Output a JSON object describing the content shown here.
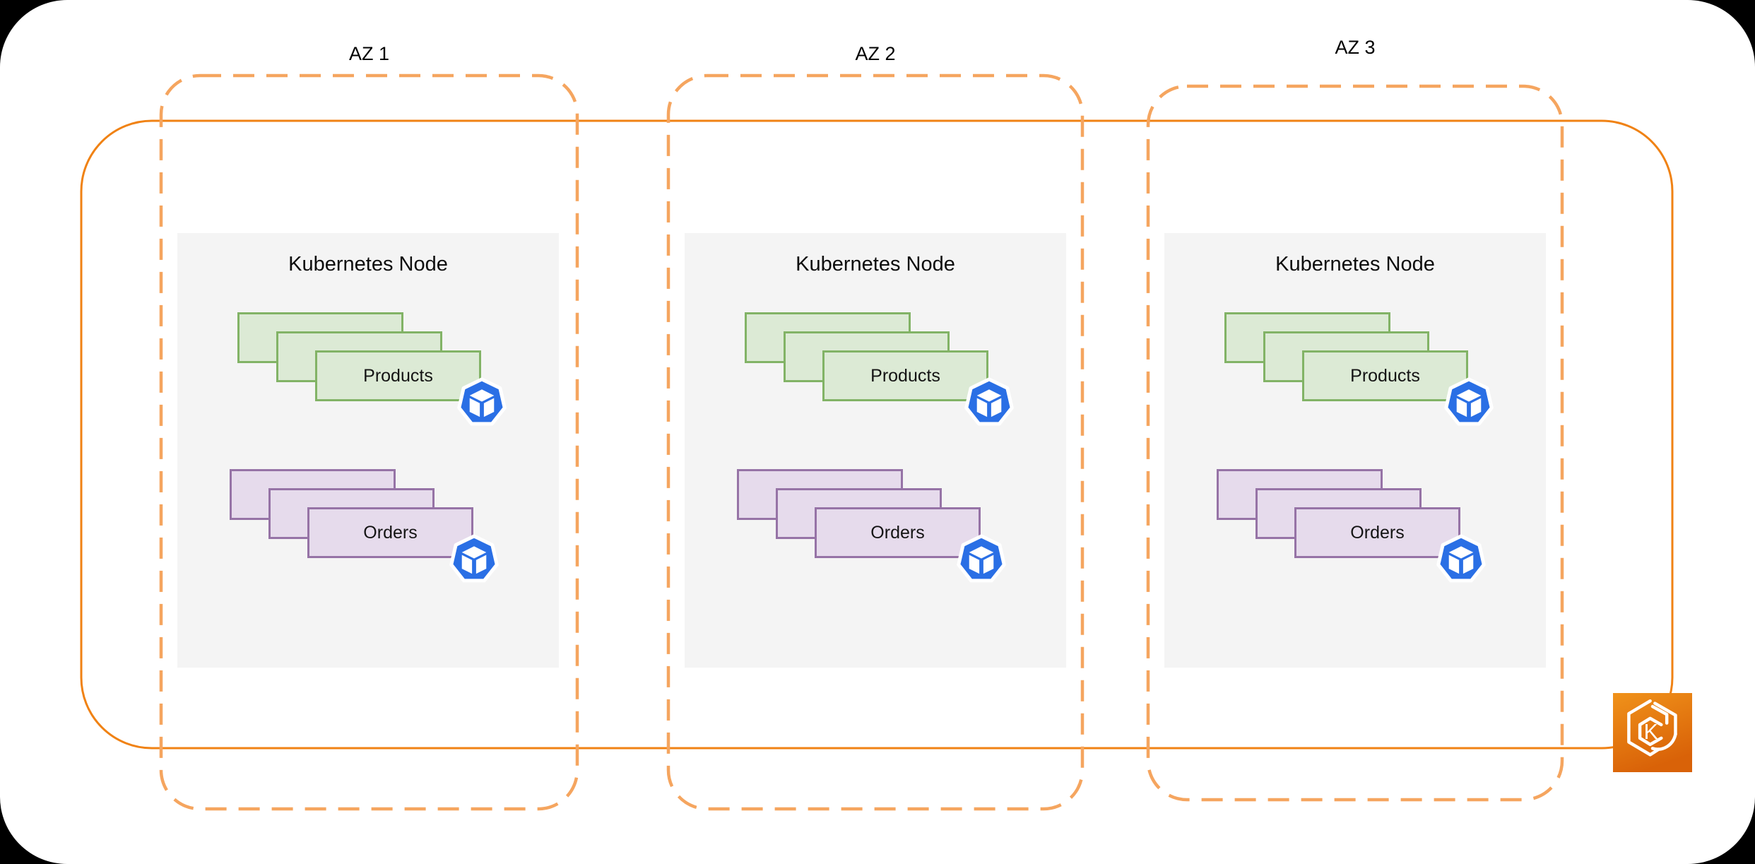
{
  "diagram": {
    "kind": "kubernetes-multi-az-architecture",
    "canvas_background": "#FFFFFF",
    "page_background": "#000000"
  },
  "cluster": {
    "description": "EKS cluster boundary",
    "border_color": "#F08214",
    "eks_icon": "amazon-eks-hexagon-k-icon",
    "eks_icon_letter": "K",
    "eks_icon_gradient_top": "#F0921A",
    "eks_icon_gradient_bottom": "#D96208"
  },
  "availability_zones": [
    {
      "label": "AZ 1",
      "node": {
        "title": "Kubernetes Node",
        "workloads": [
          {
            "name": "Products",
            "stack_count": 3,
            "fill": "#DCEAD5",
            "stroke": "#82B366"
          },
          {
            "name": "Orders",
            "stack_count": 3,
            "fill": "#E6DBEC",
            "stroke": "#9673A6"
          }
        ]
      }
    },
    {
      "label": "AZ 2",
      "node": {
        "title": "Kubernetes Node",
        "workloads": [
          {
            "name": "Products",
            "stack_count": 3,
            "fill": "#DCEAD5",
            "stroke": "#82B366"
          },
          {
            "name": "Orders",
            "stack_count": 3,
            "fill": "#E6DBEC",
            "stroke": "#9673A6"
          }
        ]
      }
    },
    {
      "label": "AZ 3",
      "node": {
        "title": "Kubernetes Node",
        "workloads": [
          {
            "name": "Products",
            "stack_count": 3,
            "fill": "#DCEAD5",
            "stroke": "#82B366"
          },
          {
            "name": "Orders",
            "stack_count": 3,
            "fill": "#E6DBEC",
            "stroke": "#9673A6"
          }
        ]
      }
    }
  ],
  "icons": {
    "pod_icon": "kubernetes-pod-heptagon-cube",
    "pod_icon_color": "#2A6FE5"
  },
  "colors": {
    "az_dashed_border": "#F5A55F",
    "cluster_solid_border": "#F08214",
    "node_background": "#F4F4F4",
    "text": "#000000"
  }
}
